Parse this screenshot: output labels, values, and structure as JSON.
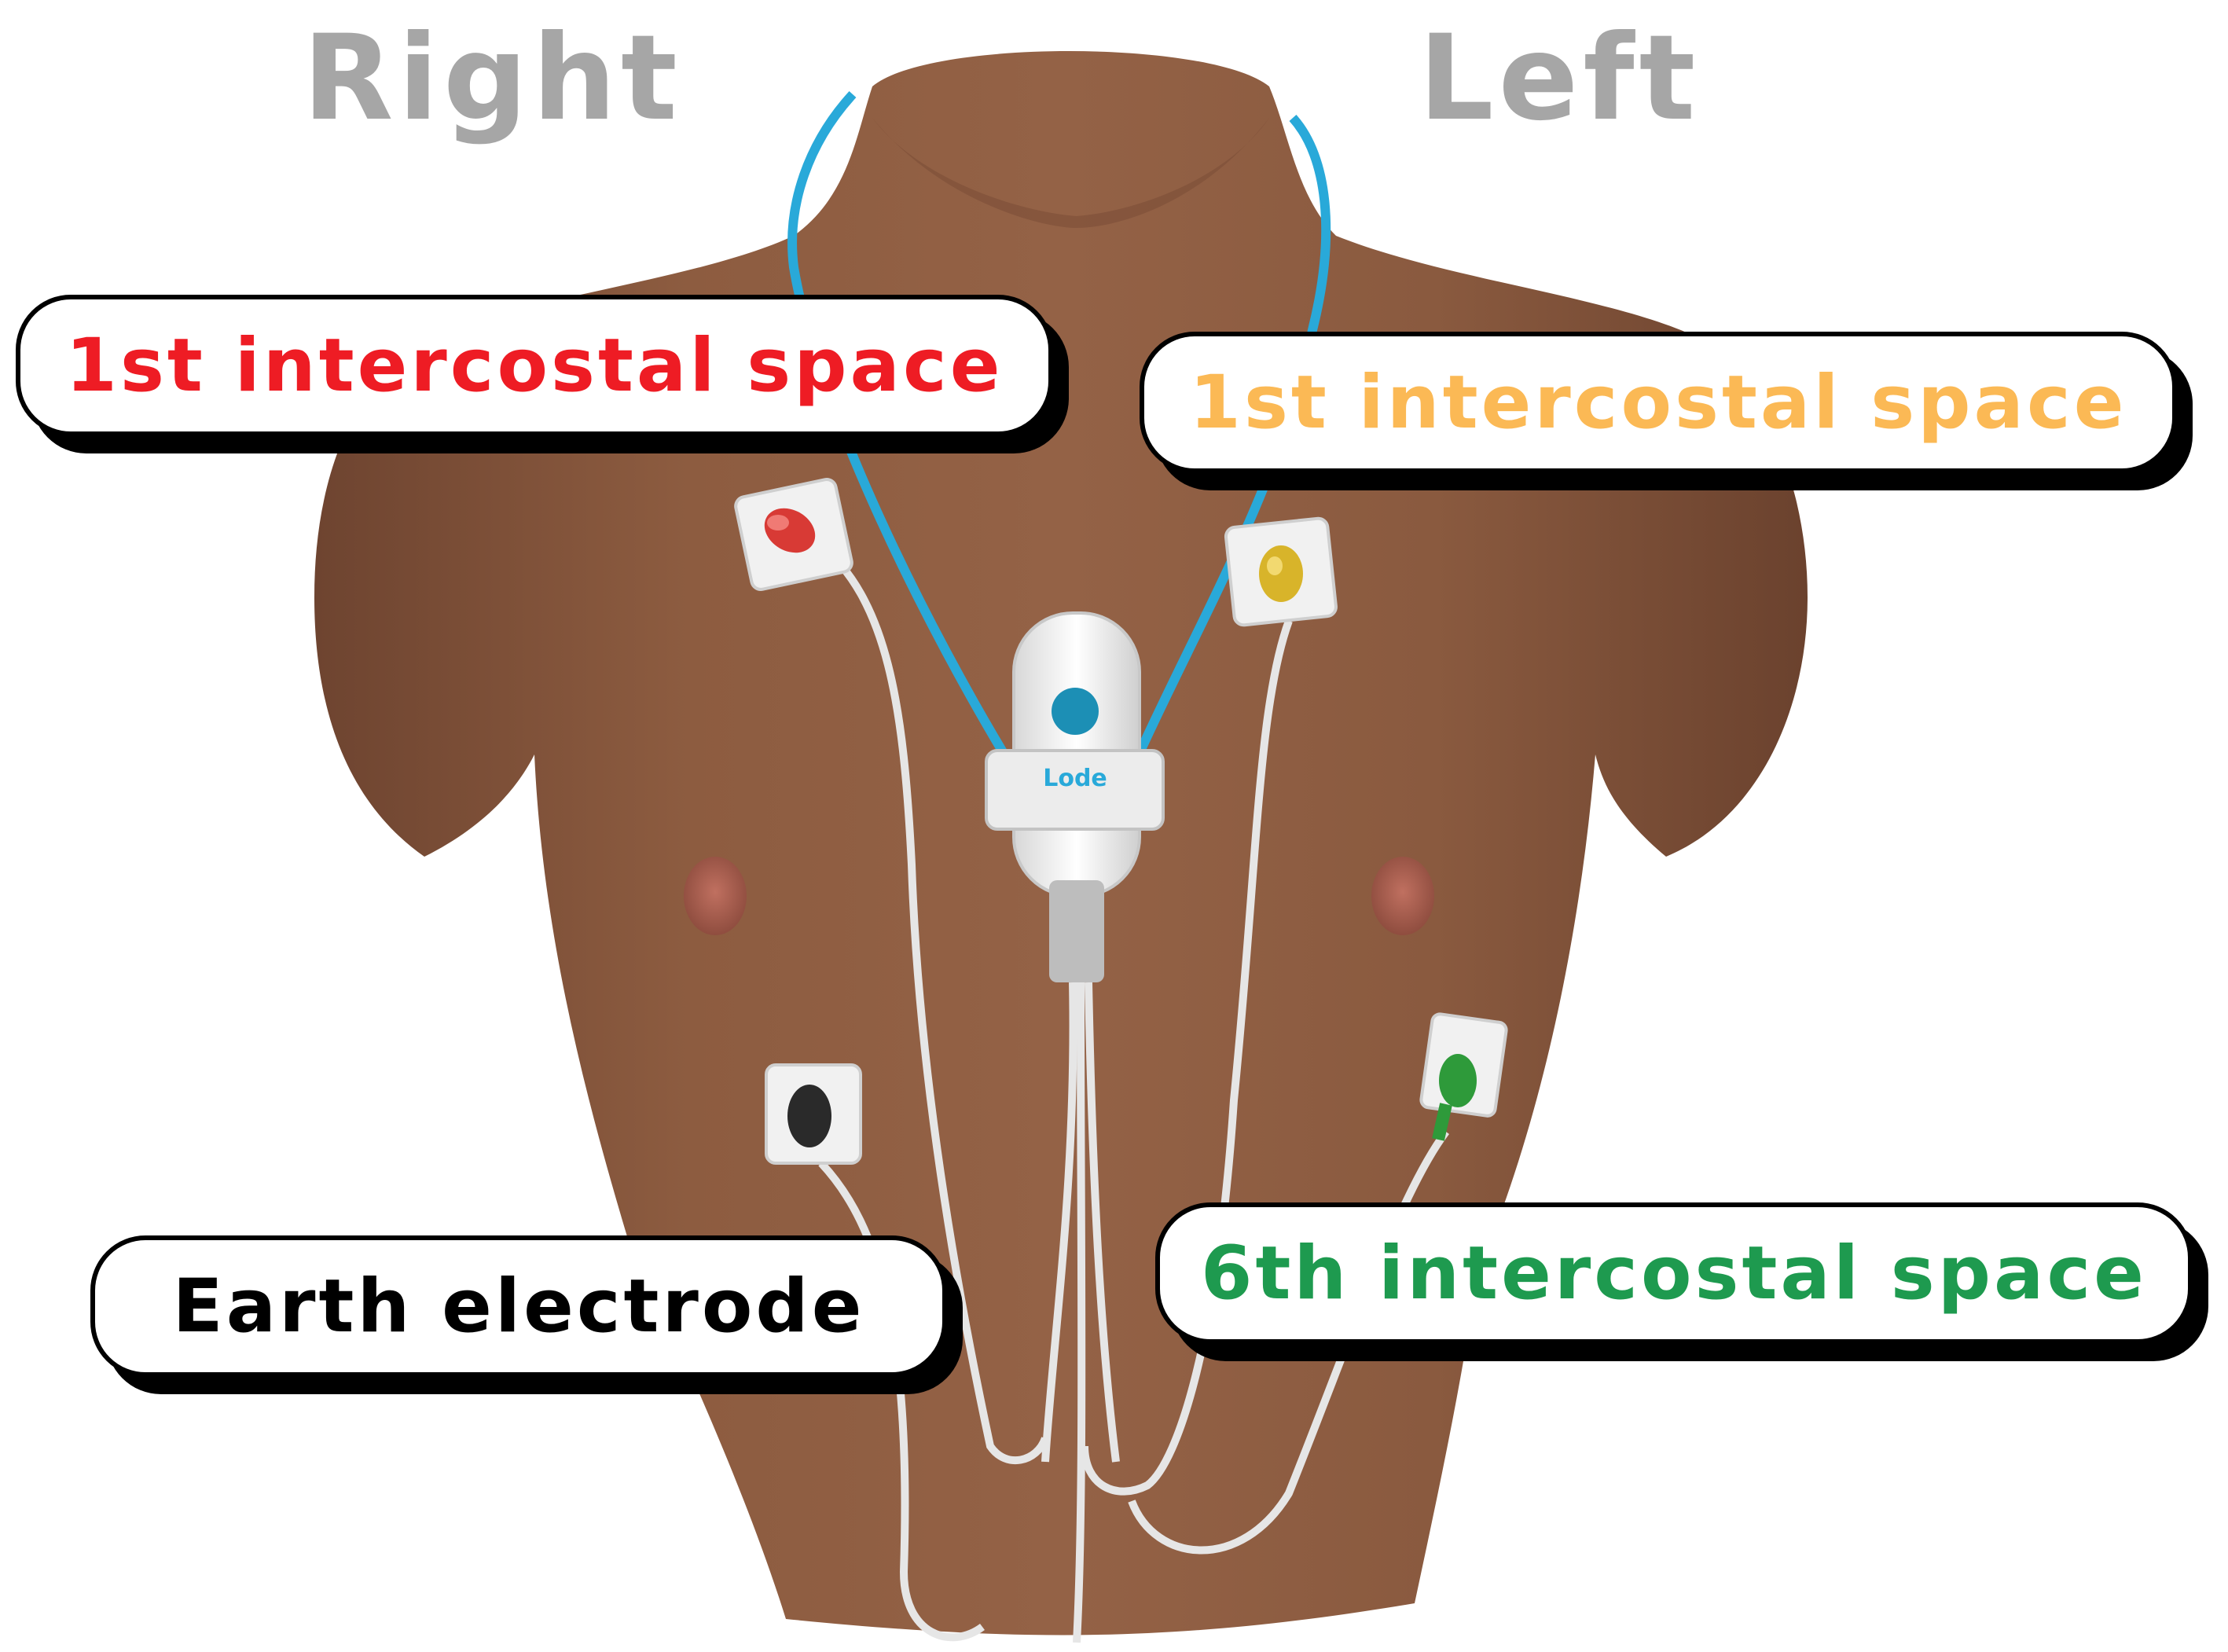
{
  "labels": {
    "right": "Right",
    "left": "Left"
  },
  "callouts": {
    "right_upper": {
      "text": "1st intercostal space",
      "color": "#ee1c24"
    },
    "left_upper": {
      "text": "1st intercostal space",
      "color": "#fbb955"
    },
    "right_lower": {
      "text": "Earth electrode",
      "color": "#000000"
    },
    "left_lower": {
      "text": "6th intercostal space",
      "color": "#1e9a4f"
    }
  },
  "device": {
    "logo": "Lode"
  },
  "colors": {
    "skin": "#8a5a3f",
    "lanyard": "#29a9d9",
    "label_gray": "#a6a6a6",
    "electrode_red": "#d83a35",
    "electrode_yellow": "#d8b42a",
    "electrode_black": "#2a2a2a",
    "electrode_green": "#2e9a3a",
    "device_accent": "#1c8fb5"
  }
}
